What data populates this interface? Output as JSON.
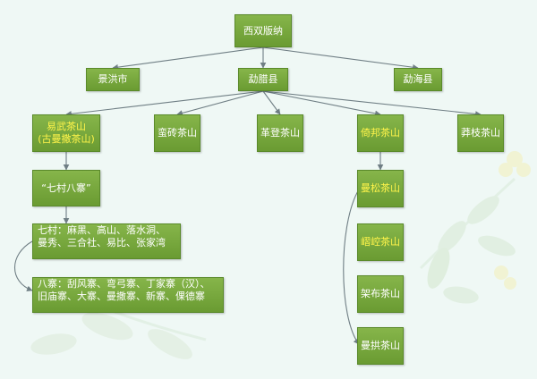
{
  "colors": {
    "background": "#eff8f5",
    "node_fill": "#78a93e",
    "node_text": "#ffffff",
    "highlight_text": "#fff44a",
    "connector": "#6f7e84"
  },
  "nodes": {
    "root": "西双版纳",
    "jinghong": "景洪市",
    "menghai_county_la": "勐腊县",
    "menghai": "勐海县",
    "yiwu_line1": "易武茶山",
    "yiwu_line2": "(古曼撒茶山)",
    "manzhuan": "蛮砖茶山",
    "gedeng": "革登茶山",
    "yibang": "倚邦茶山",
    "youle": "莽枝茶山",
    "qicun_babai": "“七村八寨”",
    "qicun_line1": "七村：麻黑、高山、落水洞、",
    "qicun_line2": "曼秀、三合社、易比、张家湾",
    "bazhai_line1": "八寨：刮风寨、弯弓寨、丁家寨（汉）、",
    "bazhai_line2": "旧庙寨、大寨、曼撒寨、新寨、倮德寨",
    "mansong": "曼松茶山",
    "cuoqiao": "嶍崆茶山",
    "jiabu": "架布茶山",
    "mangong": "曼拱茶山"
  }
}
